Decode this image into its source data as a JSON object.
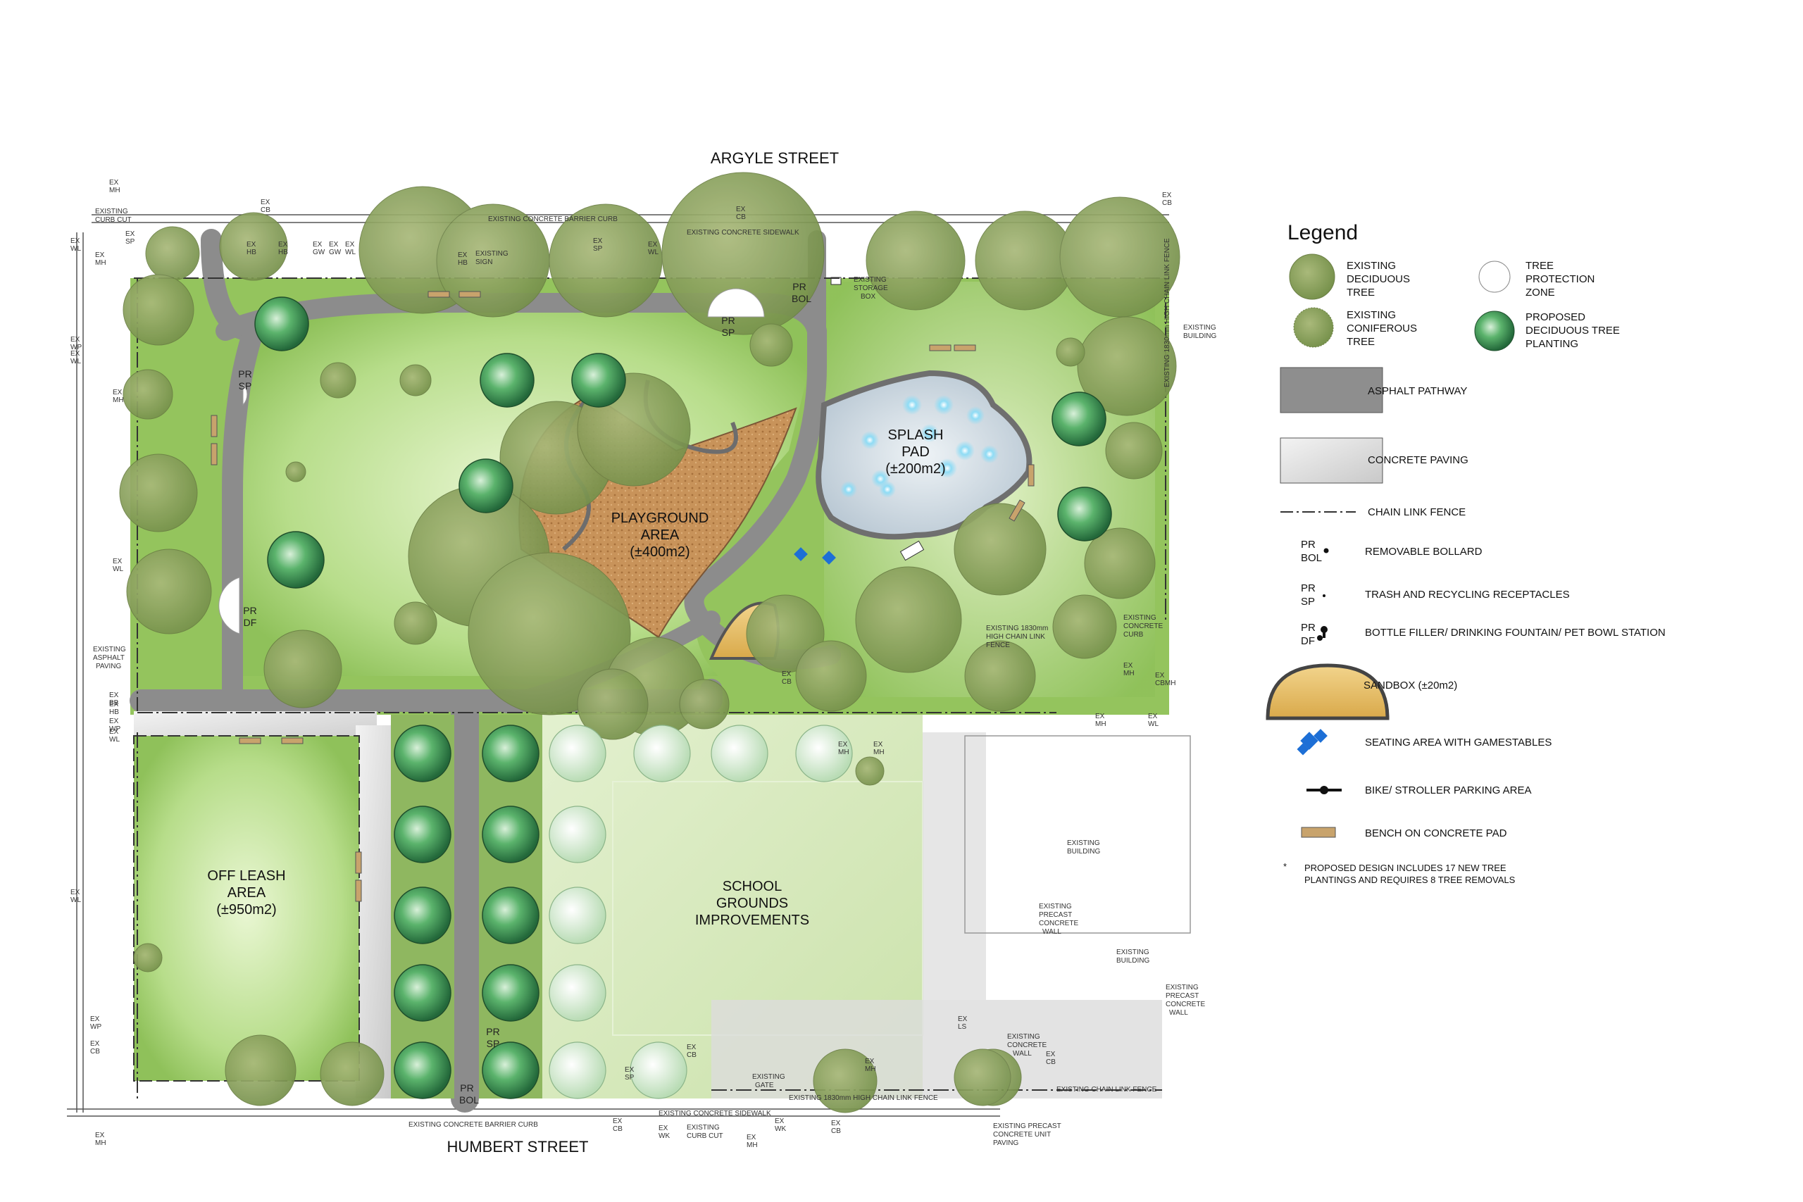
{
  "streets": {
    "north": "ARGYLE STREET",
    "south": "HUMBERT STREET"
  },
  "areas": {
    "playground": [
      "PLAYGROUND",
      "AREA",
      "(±400m2)"
    ],
    "splash": [
      "SPLASH",
      "PAD",
      "(±200m2)"
    ],
    "offleash": [
      "OFF LEASH",
      "AREA",
      "(±950m2)"
    ],
    "school": [
      "SCHOOL",
      "GROUNDS",
      "IMPROVEMENTS"
    ]
  },
  "site_labels": {
    "barrier_curb_n": "EXISTING CONCRETE BARRIER CURB",
    "sidewalk_n": "EXISTING CONCRETE SIDEWALK",
    "curb_cut_n": [
      "EXISTING",
      "CURB CUT"
    ],
    "storage": [
      "EXISTING",
      "STORAGE",
      "BOX"
    ],
    "bldg_e": [
      "EXISTING",
      "BUILDING"
    ],
    "fence_e": "EXISTING 1830mm HIGH CHAIN LINK FENCE",
    "fence_mid": [
      "EXISTING 1830mm",
      "HIGH CHAIN LINK",
      "FENCE"
    ],
    "conc_curb": [
      "EXISTING",
      "CONCRETE",
      "CURB"
    ],
    "asphalt": [
      "EXISTING",
      "ASPHALT",
      "PAVING"
    ],
    "bldg_school": [
      "EXISTING",
      "BUILDING"
    ],
    "precast_wall_1": [
      "EXISTING",
      "PRECAST",
      "CONCRETE",
      "WALL"
    ],
    "bldg_2": [
      "EXISTING",
      "BUILDING"
    ],
    "precast_wall_2": [
      "EXISTING",
      "PRECAST",
      "CONCRETE",
      "WALL"
    ],
    "conc_wall": [
      "EXISTING",
      "CONCRETE",
      "WALL"
    ],
    "gate": [
      "EXISTING",
      "GATE"
    ],
    "fence_s1": "EXISTING 1830mm HIGH CHAIN LINK FENCE",
    "fence_s2": "EXISTING CHAIN LINK FENCE",
    "sidewalk_s": "EXISTING CONCRETE SIDEWALK",
    "barrier_curb_s": "EXISTING CONCRETE BARRIER CURB",
    "curb_cut_s": [
      "EXISTING",
      "CURB CUT"
    ],
    "precast_paving": [
      "EXISTING PRECAST",
      "CONCRETE UNIT",
      "PAVING"
    ],
    "sign": [
      "EXISTING",
      "SIGN"
    ]
  },
  "utility_tags": [
    [
      "EX",
      "MH"
    ],
    [
      "EX",
      "CB"
    ],
    [
      "EX",
      "CB"
    ],
    [
      "EX",
      "CB"
    ],
    [
      "EX",
      "WL"
    ],
    [
      "EX",
      "SP"
    ],
    [
      "EX",
      "MH"
    ],
    [
      "EX",
      "HB"
    ],
    [
      "EX",
      "HB"
    ],
    [
      "EX",
      "GW"
    ],
    [
      "EX",
      "GW"
    ],
    [
      "EX",
      "WL"
    ],
    [
      "EX",
      "HB"
    ],
    [
      "EX",
      "SP"
    ],
    [
      "EX",
      "WL"
    ],
    [
      "EX",
      "WP"
    ],
    [
      "EX",
      "WL"
    ],
    [
      "EX",
      "MH"
    ],
    [
      "EX",
      "WL"
    ],
    [
      "EX",
      "WP"
    ],
    [
      "EX",
      "CB"
    ],
    [
      "EX",
      "WL"
    ],
    [
      "EX",
      "MH"
    ],
    [
      "EX",
      "WK"
    ],
    [
      "EX",
      "CB"
    ],
    [
      "EX",
      "WK"
    ],
    [
      "EX",
      "MH"
    ],
    [
      "EX",
      "CB"
    ],
    [
      "EX",
      "CB"
    ],
    [
      "EX",
      "MH"
    ],
    [
      "EX",
      "CBMH"
    ],
    [
      "EX",
      "MH"
    ],
    [
      "EX",
      "WL"
    ],
    [
      "EX",
      "CB"
    ],
    [
      "EX",
      "LS"
    ],
    [
      "EX",
      "MH"
    ],
    [
      "EX",
      "MH"
    ],
    [
      "EX",
      "CB"
    ],
    [
      "EX",
      "MH"
    ],
    [
      "EX",
      "BB"
    ],
    [
      "EX",
      "HB"
    ],
    [
      "EX",
      "WP"
    ],
    [
      "EX",
      "WL"
    ],
    [
      "EX",
      "SP"
    ]
  ],
  "proposed_tags": {
    "bol1": [
      "PR",
      "BOL"
    ],
    "sp1": [
      "PR",
      "SP"
    ],
    "sp2": [
      "PR",
      "SP"
    ],
    "df": [
      "PR",
      "DF"
    ],
    "sp3": [
      "PR",
      "SP"
    ],
    "bol2": [
      "PR",
      "BOL"
    ]
  },
  "legend": {
    "title": "Legend",
    "items": [
      {
        "label": [
          "EXISTING",
          "DECIDUOUS",
          "TREE"
        ]
      },
      {
        "label": [
          "TREE",
          "PROTECTION",
          "ZONE"
        ]
      },
      {
        "label": [
          "EXISTING",
          "CONIFEROUS",
          "TREE"
        ]
      },
      {
        "label": [
          "PROPOSED",
          "DECIDUOUS TREE",
          "PLANTING"
        ]
      },
      {
        "label": "ASPHALT PATHWAY"
      },
      {
        "label": "CONCRETE PAVING"
      },
      {
        "label": "CHAIN LINK FENCE"
      },
      {
        "tag": [
          "PR",
          "BOL"
        ],
        "label": "REMOVABLE BOLLARD"
      },
      {
        "tag": [
          "PR",
          "SP"
        ],
        "label": "TRASH AND RECYCLING RECEPTACLES"
      },
      {
        "tag": [
          "PR",
          "DF"
        ],
        "label": "BOTTLE FILLER/ DRINKING FOUNTAIN/ PET BOWL STATION"
      },
      {
        "label": "SANDBOX (±20m2)"
      },
      {
        "label": "SEATING AREA WITH GAMESTABLES"
      },
      {
        "label": "BIKE/ STROLLER PARKING AREA"
      },
      {
        "label": "BENCH ON CONCRETE PAD"
      }
    ],
    "note": [
      "PROPOSED DESIGN INCLUDES 17 NEW TREE",
      "PLANTINGS AND REQUIRES 8 TREE REMOVALS"
    ],
    "note_mark": "*"
  },
  "colors": {
    "lawn": "#9fcf6a",
    "lawn_light": "#d6eeaf",
    "asphalt": "#8e8e8e",
    "concrete": "#d8d8d8",
    "existing_tree": "#8aa35a",
    "proposed_tree": "#3f9a55",
    "sandbox": "#e6c06a",
    "splash": "#c9d5de",
    "playground": "#c8935a",
    "gametable": "#1d6fd6",
    "bench": "#c8a36c"
  }
}
